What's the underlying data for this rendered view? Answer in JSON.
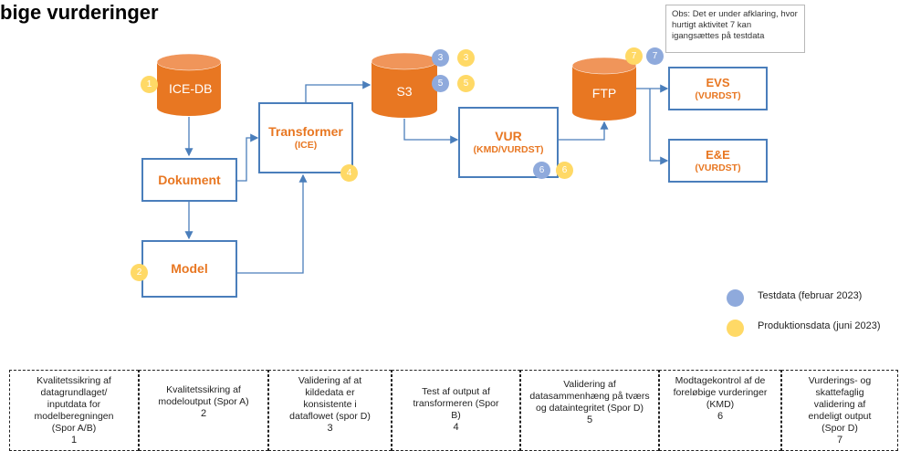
{
  "title": "bige vurderinger",
  "note": "Obs: Det er under afklaring, hvor hurtigt aktivitet 7 kan igangsættes på testdata",
  "nodes": {
    "icedb": "ICE-DB",
    "s3": "S3",
    "ftp": "FTP",
    "transformer": {
      "main": "Transformer",
      "sub": "(ICE)"
    },
    "dokument": "Dokument",
    "model": "Model",
    "vur": {
      "main": "VUR",
      "sub": "(KMD/VURDST)"
    },
    "evs": {
      "main": "EVS",
      "sub": "(VURDST)"
    },
    "ee": {
      "main": "E&E",
      "sub": "(VURDST)"
    }
  },
  "markers": {
    "m1": "1",
    "m2": "2",
    "m3": "3",
    "m4": "4",
    "m5": "5",
    "m6": "6",
    "m7": "7"
  },
  "legend": {
    "testdata": "Testdata (februar 2023)",
    "produktion": "Produktionsdata (juni 2023)"
  },
  "colors": {
    "blue_marker": "#8faadc",
    "yellow_marker": "#ffd966",
    "cylinder": "#e87722",
    "box_border": "#4a7ebb",
    "arrow": "#4a7ebb"
  },
  "activities": [
    {
      "text": "Kvalitetssikring af datagrundlaget/ inputdata for modelberegningen (Spor A/B)",
      "num": "1"
    },
    {
      "text": "Kvalitetssikring af modeloutput (Spor A)",
      "num": "2"
    },
    {
      "text": "Validering af at kildedata er konsistente i dataflowet (spor D)",
      "num": "3"
    },
    {
      "text": "Test af output af transformeren (Spor B)",
      "num": "4"
    },
    {
      "text": "Validering af datasammenhæng på tværs og dataintegritet (Spor D)",
      "num": "5"
    },
    {
      "text": "Modtagekontrol af de foreløbige vurderinger (KMD)",
      "num": "6"
    },
    {
      "text": "Vurderings- og skattefaglig validering af endeligt output (Spor D)",
      "num": "7"
    }
  ]
}
